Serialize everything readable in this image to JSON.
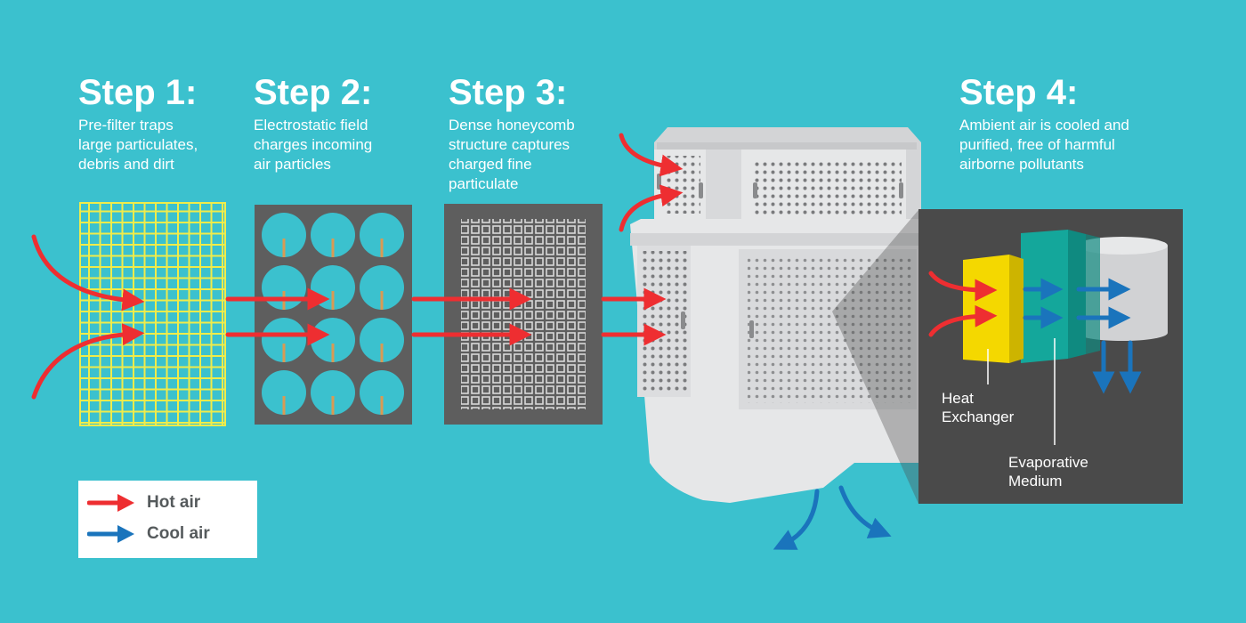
{
  "steps": [
    {
      "title": "Step 1:",
      "description": "Pre-filter traps\nlarge particulates,\ndebris and dirt"
    },
    {
      "title": "Step 2:",
      "description": "Electrostatic field\ncharges incoming\nair particles"
    },
    {
      "title": "Step 3:",
      "description": "Dense honeycomb\nstructure captures\ncharged fine\nparticulate"
    },
    {
      "title": "Step 4:",
      "description": "Ambient air is cooled and\npurified, free of harmful\nairborne pollutants"
    }
  ],
  "labels": {
    "heat_exchanger": "Heat\nExchanger",
    "evaporative_medium": "Evaporative\nMedium"
  },
  "legend": {
    "hot": {
      "label": "Hot air",
      "color": "#ee2e31"
    },
    "cool": {
      "label": "Cool air",
      "color": "#1a74bc"
    }
  },
  "colors": {
    "background": "#3bc1ce",
    "prefilter_grid": "#f0ec4a",
    "panel_dark": "#5e5e5e",
    "inset_panel": "#4a4a4a",
    "heat_exchanger": "#f4d800",
    "evaporative": "#14a79b",
    "unit_body": "#e6e7e8"
  }
}
